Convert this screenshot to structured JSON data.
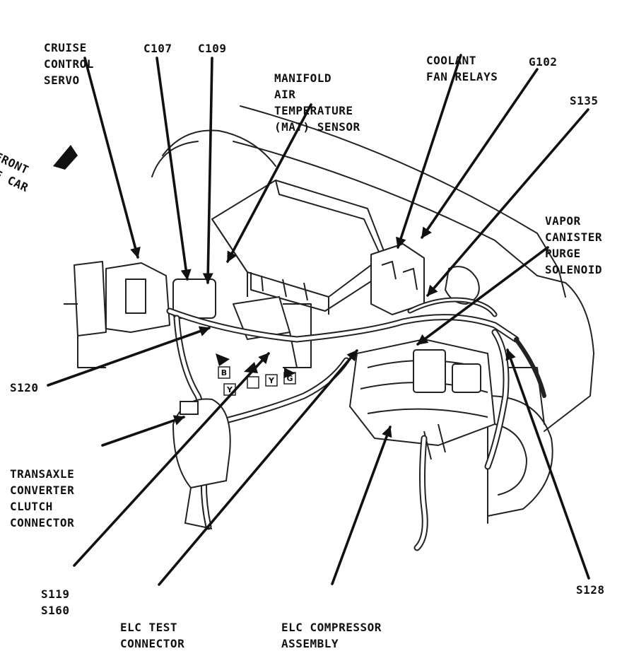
{
  "labels": {
    "cruise_control_servo": [
      "CRUISE",
      "CONTROL",
      "SERVO"
    ],
    "c107": "C107",
    "c109": "C109",
    "mat_sensor": [
      "MANIFOLD",
      "AIR",
      "TEMPERATURE",
      "(MAT) SENSOR"
    ],
    "coolant_fan_relays": [
      "COOLANT",
      "FAN RELAYS"
    ],
    "g102": "G102",
    "s135": "S135",
    "vapor_canister": [
      "VAPOR",
      "CANISTER",
      "PURGE",
      "SOLENOID"
    ],
    "front_of_car": [
      "FRONT",
      "OF CAR"
    ],
    "s120": "S120",
    "transaxle": [
      "TRANSAXLE",
      "CONVERTER",
      "CLUTCH",
      "CONNECTOR"
    ],
    "s119_s160": [
      "S119",
      "S160"
    ],
    "elc_test": [
      "ELC TEST",
      "CONNECTOR"
    ],
    "elc_compressor": [
      "ELC COMPRESSOR",
      "ASSEMBLY"
    ],
    "s128": "S128"
  },
  "wire_colors": [
    "B",
    "Y",
    "Y",
    "G"
  ]
}
